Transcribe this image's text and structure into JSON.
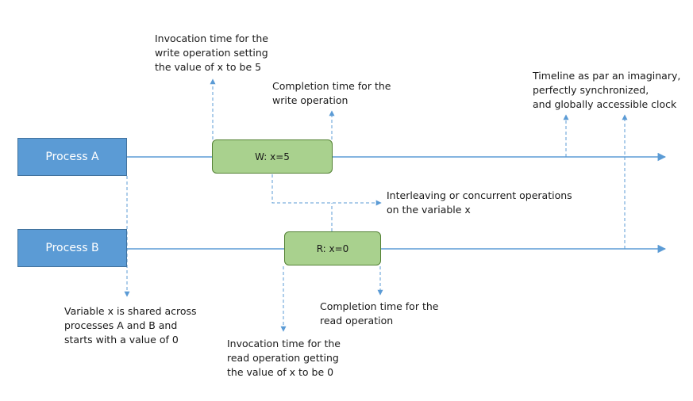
{
  "colors": {
    "process_fill": "#5b9bd5",
    "operation_fill": "#a9d18e",
    "line": "#5b9bd5",
    "text": "#1a1a1a"
  },
  "processes": {
    "a": {
      "label": "Process A"
    },
    "b": {
      "label": "Process B"
    }
  },
  "operations": {
    "write": {
      "label": "W: x=5"
    },
    "read": {
      "label": "R: x=0"
    }
  },
  "notes": {
    "write_invocation": [
      "Invocation time for the",
      "write operation setting",
      "the value of x to be 5"
    ],
    "write_completion": [
      "Completion time for the",
      "write operation"
    ],
    "timeline": [
      "Timeline as par an imaginary,",
      "perfectly synchronized,",
      "and globally accessible clock"
    ],
    "interleaving": [
      "Interleaving or concurrent operations",
      "on the variable x"
    ],
    "shared_variable": [
      "Variable x is shared across",
      "processes A and B and",
      "starts with a value of 0"
    ],
    "read_completion": [
      "Completion time for the",
      "read operation"
    ],
    "read_invocation": [
      "Invocation time for the",
      "read operation getting",
      "the value of x to be 0"
    ]
  }
}
